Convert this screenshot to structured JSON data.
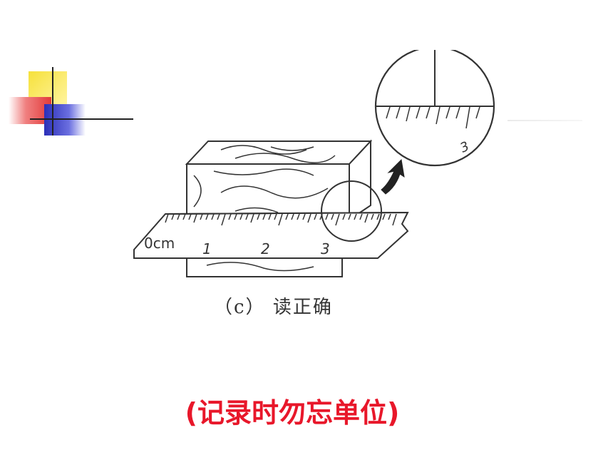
{
  "illustration": {
    "ruler_unit": "0cm",
    "ruler_numbers": [
      "1",
      "2",
      "3"
    ],
    "magnified_number": "3"
  },
  "caption": "（c） 读正确",
  "footer_note": "(记录时勿忘单位)"
}
